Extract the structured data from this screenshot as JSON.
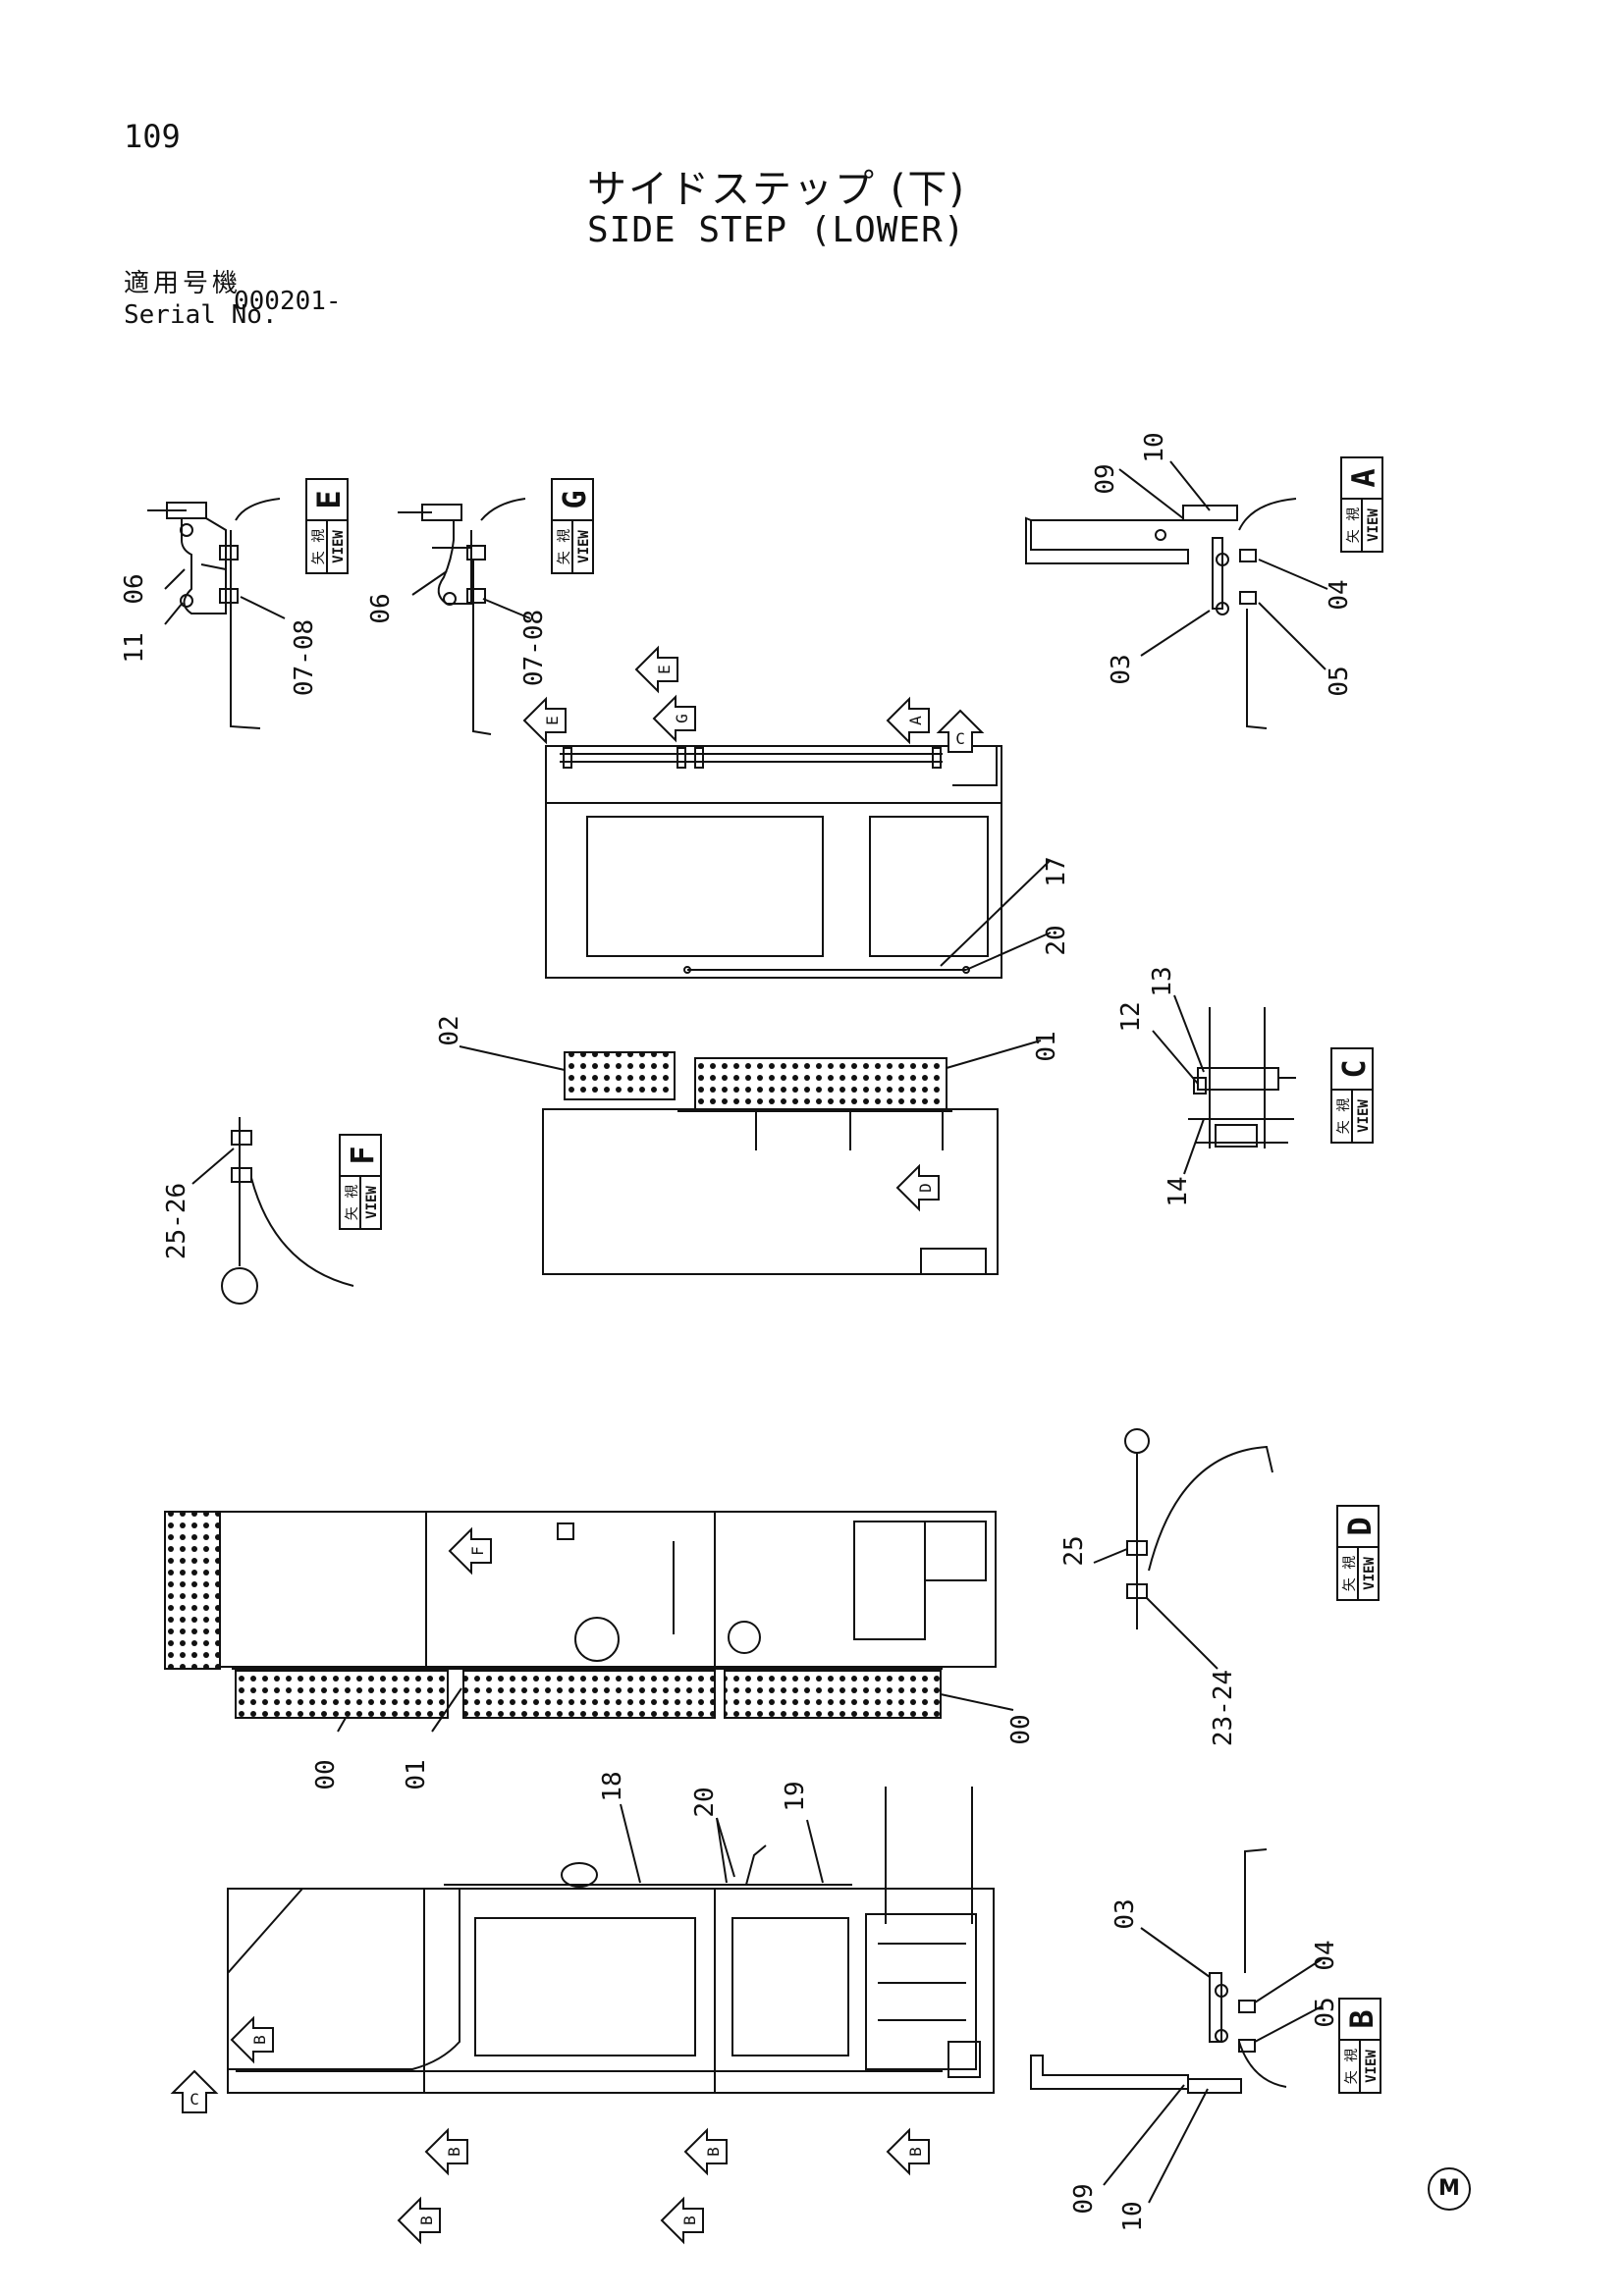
{
  "page": {
    "number": "109",
    "title_jp": "サイドステップ (下)",
    "title_en": "SIDE STEP (LOWER)",
    "serial_label_jp": "適用号機",
    "serial_label_en": "Serial No.",
    "serial_value": "000201-",
    "manufacturer_mark": "M"
  },
  "views": {
    "view_word": "VIEW",
    "kanji_a": "矢",
    "kanji_b": "視",
    "letters": {
      "A": "A",
      "B": "B",
      "C": "C",
      "D": "D",
      "E": "E",
      "F": "F",
      "G": "G"
    }
  },
  "callouts": {
    "p00": "00",
    "p01": "01",
    "p02": "02",
    "p03": "03",
    "p04": "04",
    "p05": "05",
    "p06": "06",
    "p07_08": "07-08",
    "p09": "09",
    "p10": "10",
    "p11": "11",
    "p12": "12",
    "p13": "13",
    "p14": "14",
    "p17": "17",
    "p18": "18",
    "p19": "19",
    "p20": "20",
    "p23_24": "23-24",
    "p25": "25",
    "p25_26": "25-26"
  },
  "arrows": {
    "A": "A",
    "B": "B",
    "C": "C",
    "D": "D",
    "E": "E",
    "F": "F",
    "G": "G"
  }
}
